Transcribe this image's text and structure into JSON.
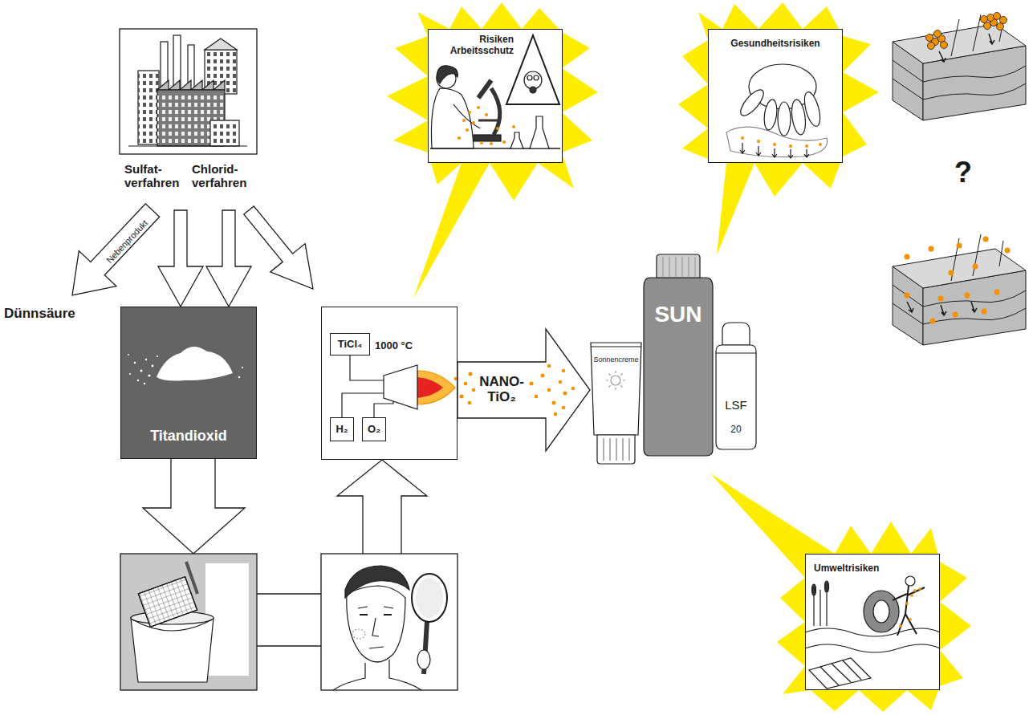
{
  "diagram": {
    "nodes": [
      {
        "text": [
          "Sulfat- verfahren",
          "Chlorid- verfahren"
        ]
      },
      {
        "text": [
          "Risiken Arbeitsschutz"
        ]
      },
      {
        "text": [
          "Gesundheitsrisiken"
        ]
      },
      {
        "text": [
          "Titandioxid"
        ]
      },
      {
        "text": [
          "1000 °C"
        ]
      },
      {
        "text": [
          "TiCl₄"
        ],
        "in": 4
      },
      {
        "text": [
          "H₂"
        ],
        "in": 4
      },
      {
        "text": [
          "O₂"
        ],
        "in": 4
      },
      {
        "text": [
          "Sonnencreme"
        ]
      },
      {
        "text": [
          "SUN"
        ]
      },
      {
        "text": [
          "LSF"
        ]
      },
      {
        "text": [
          "20"
        ],
        "in": 10
      },
      {
        "text": [
          "Umweltrisiken"
        ]
      }
    ],
    "edges": [
      {
        "from": 0,
        "to": 3,
        "arrow": "to"
      },
      {
        "from": 4,
        "to": 8,
        "arrow": "to",
        "label": "NANO- TiO₂"
      }
    ],
    "labels": [
      "Dünnsäure",
      "Nebenprodukt",
      "?"
    ]
  }
}
